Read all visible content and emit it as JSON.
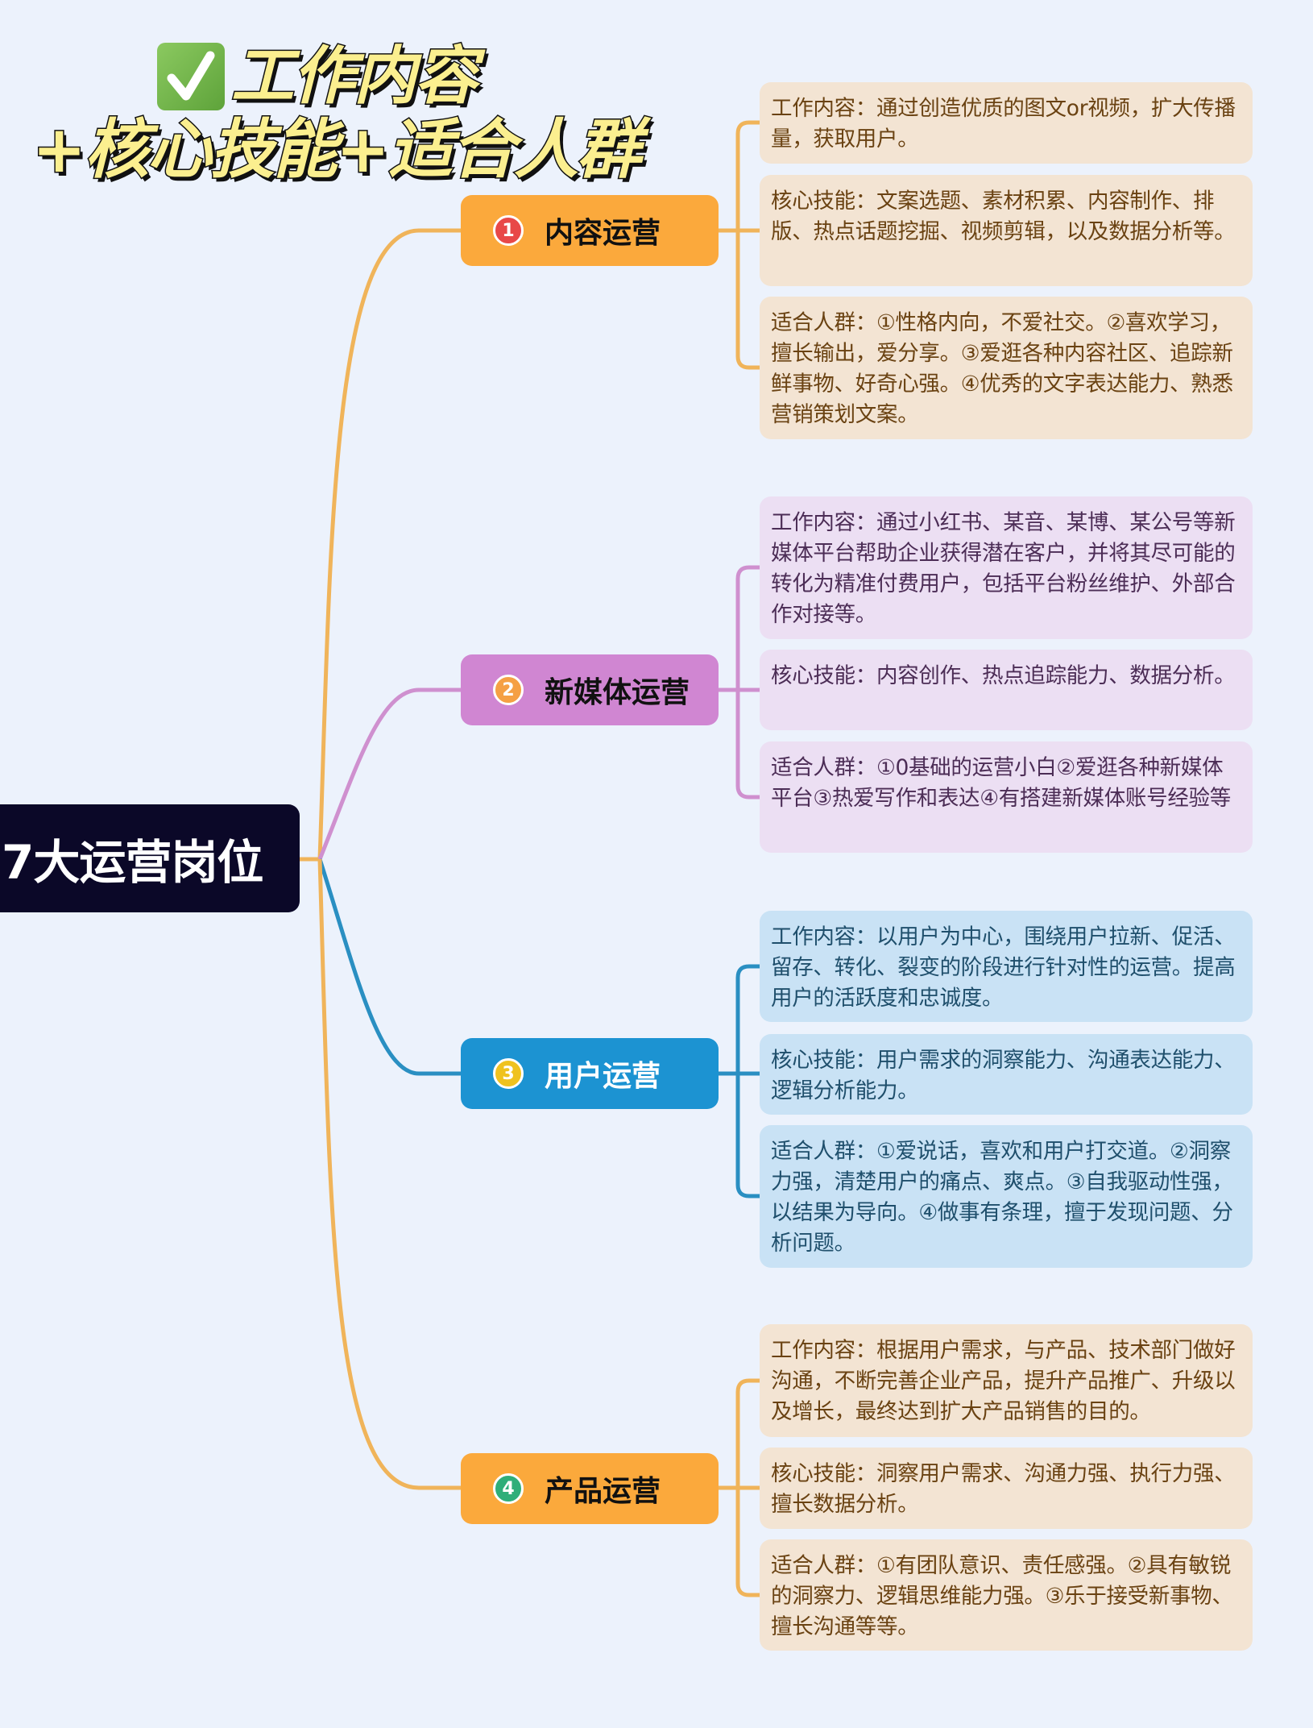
{
  "title": {
    "check_icon": "white-heavy-check-mark",
    "line1": "工作内容",
    "line2": "+核心技能+适合人群"
  },
  "root": {
    "label": "7大运营岗位",
    "color": "#0b0828"
  },
  "branches": [
    {
      "index": "1",
      "label": "内容运营",
      "node_color": "#fba93c",
      "badge_color": "#e84848",
      "line_color": "#f0b45a",
      "text_color": "#111111",
      "leaves": [
        {
          "text": "工作内容：通过创造优质的图文or视频，扩大传播量，获取用户。"
        },
        {
          "text": "核心技能：文案选题、素材积累、内容制作、排版、热点话题挖掘、视频剪辑，以及数据分析等。"
        },
        {
          "text": "适合人群：①性格内向，不爱社交。②喜欢学习，擅长输出，爱分享。③爱逛各种内容社区、追踪新鲜事物、好奇心强。④优秀的文字表达能力、熟悉营销策划文案。"
        }
      ]
    },
    {
      "index": "2",
      "label": "新媒体运营",
      "node_color": "#d086d2",
      "badge_color": "#f5a044",
      "line_color": "#cf90cf",
      "text_color": "#111111",
      "leaves": [
        {
          "text": "工作内容：通过小红书、某音、某博、某公号等新媒体平台帮助企业获得潜在客户，并将其尽可能的转化为精准付费用户，包括平台粉丝维护、外部合作对接等。"
        },
        {
          "text": "核心技能：内容创作、热点追踪能力、数据分析。"
        },
        {
          "text": "适合人群：①0基础的运营小白②爱逛各种新媒体平台③热爱写作和表达④有搭建新媒体账号经验等"
        }
      ]
    },
    {
      "index": "3",
      "label": "用户运营",
      "node_color": "#1c93d2",
      "badge_color": "#efc21f",
      "line_color": "#2a8fc2",
      "text_color": "#ffffff",
      "leaves": [
        {
          "text": "工作内容：以用户为中心，围绕用户拉新、促活、留存、转化、裂变的阶段进行针对性的运营。提高用户的活跃度和忠诚度。"
        },
        {
          "text": "核心技能：用户需求的洞察能力、沟通表达能力、逻辑分析能力。"
        },
        {
          "text": "适合人群：①爱说话，喜欢和用户打交道。②洞察力强，清楚用户的痛点、爽点。③自我驱动性强，以结果为导向。④做事有条理，擅于发现问题、分析问题。"
        }
      ]
    },
    {
      "index": "4",
      "label": "产品运营",
      "node_color": "#fba93c",
      "badge_color": "#2fae79",
      "line_color": "#f0b45a",
      "text_color": "#111111",
      "leaves": [
        {
          "text": "工作内容：根据用户需求，与产品、技术部门做好沟通，不断完善企业产品，提升产品推广、升级以及增长，最终达到扩大产品销售的目的。"
        },
        {
          "text": "核心技能：洞察用户需求、沟通力强、执行力强、擅长数据分析。"
        },
        {
          "text": "适合人群：①有团队意识、责任感强。②具有敏锐的洞察力、逻辑思维能力强。③乐于接受新事物、擅长沟通等等。"
        }
      ]
    }
  ]
}
